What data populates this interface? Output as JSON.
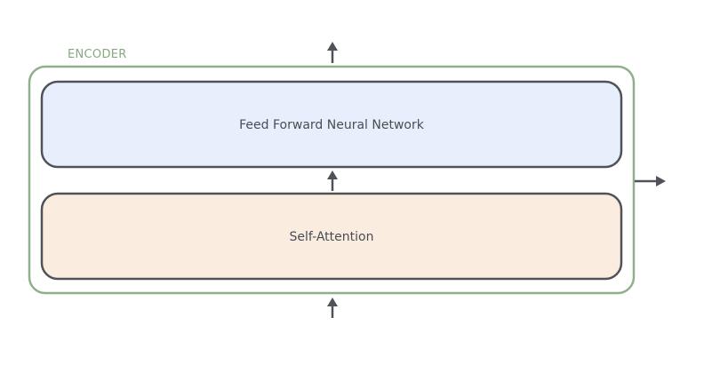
{
  "encoder": {
    "label": "ENCODER"
  },
  "blocks": {
    "feed_forward": "Feed Forward Neural Network",
    "self_attention": "Self-Attention"
  },
  "colors": {
    "encoder_border": "#8fb08a",
    "encoder_label": "#86a881",
    "block_border": "#4f5259",
    "feed_forward_fill": "#e6effb",
    "self_attention_fill": "#fbece0",
    "text": "#4a4d54",
    "arrow": "#4f5259"
  },
  "icons": {
    "arrows": [
      "arrow-up-icon",
      "arrow-up-icon",
      "arrow-up-icon",
      "arrow-right-icon"
    ]
  }
}
